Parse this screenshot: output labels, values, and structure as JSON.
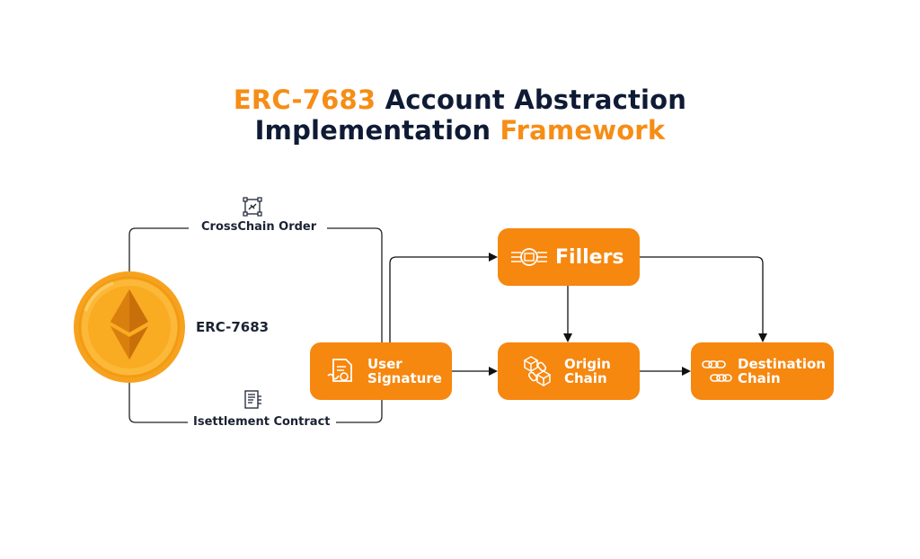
{
  "title": {
    "line1_accent": "ERC-7683",
    "line1_rest": " Account Abstraction",
    "line2_dark": "Implementation ",
    "line2_accent": "Framework"
  },
  "coin": {
    "label": "ERC-7683",
    "icon": "ethereum-coin-icon"
  },
  "links": {
    "top_label": "CrossChain Order",
    "top_icon": "network-link-icon",
    "bottom_label": "Isettlement Contract",
    "bottom_icon": "document-icon"
  },
  "nodes": {
    "user_signature": {
      "line1": "User",
      "line2": "Signature",
      "icon": "signature-icon"
    },
    "fillers": {
      "label": "Fillers",
      "icon": "fillers-icon"
    },
    "origin_chain": {
      "line1": "Origin",
      "line2": "Chain",
      "icon": "origin-chain-icon"
    },
    "destination_chain": {
      "line1": "Destination",
      "line2": "Chain",
      "icon": "chain-links-icon"
    }
  },
  "colors": {
    "accent": "#f68d15",
    "dark": "#0f1b35",
    "node": "#f6870f"
  }
}
